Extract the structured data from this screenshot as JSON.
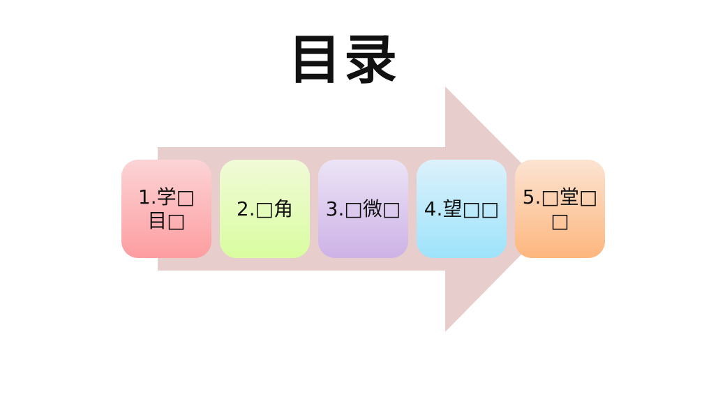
{
  "title": "目录",
  "steps": [
    {
      "label": "1.学□目□"
    },
    {
      "label": "2.□角"
    },
    {
      "label": "3.□微□"
    },
    {
      "label": "4.望□□"
    },
    {
      "label": "5.□堂□□"
    }
  ],
  "colors": {
    "arrow": "#e8cdcd",
    "step1": "#fd9da0",
    "step2": "#d9fda0",
    "step3": "#cdb2e6",
    "step4": "#9ee3fb",
    "step5": "#fdb67e"
  }
}
